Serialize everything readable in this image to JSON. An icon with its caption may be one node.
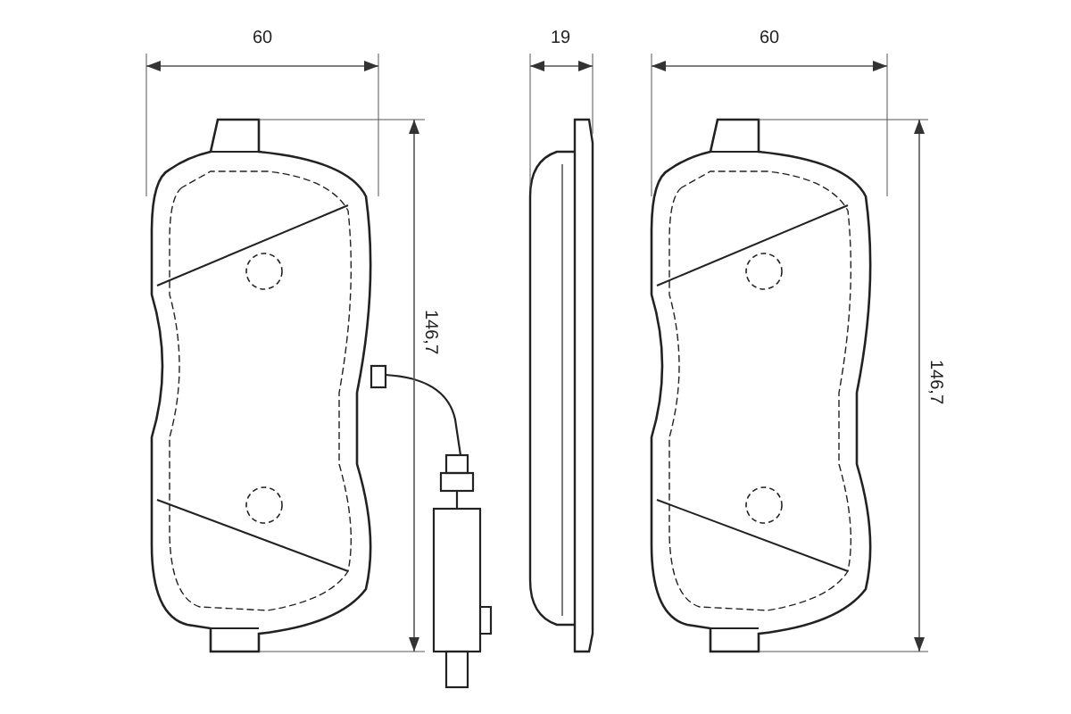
{
  "diagram": {
    "labels": [
      "60",
      "19",
      "60",
      "146,7",
      "146,7"
    ]
  }
}
